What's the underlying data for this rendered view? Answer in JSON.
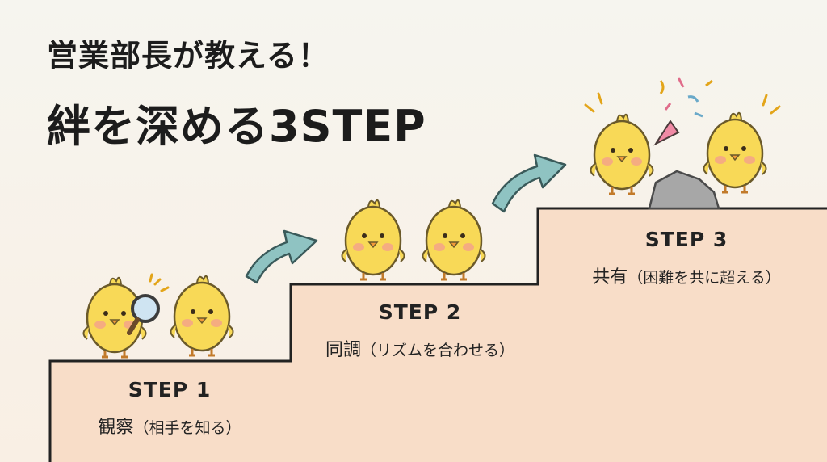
{
  "title": {
    "line1": "営業部長が教える！",
    "line2": "絆を深める3STEP"
  },
  "steps": [
    {
      "number": "STEP 1",
      "name": "観察",
      "detail": "（相手を知る）"
    },
    {
      "number": "STEP 2",
      "name": "同調",
      "detail": "（リズムを合わせる）"
    },
    {
      "number": "STEP 3",
      "name": "共有",
      "detail": "（困難を共に超える）"
    }
  ],
  "colors": {
    "stair_fill": "#f8ddc8",
    "stair_line": "#222222",
    "arrow": "#8fc3c2",
    "chick": "#f8d957",
    "cheek": "#f4a08c"
  },
  "icons": [
    "chick-icon",
    "magnifier-icon",
    "arrow-icon",
    "party-popper-icon",
    "confetti-icon",
    "rock-icon"
  ]
}
